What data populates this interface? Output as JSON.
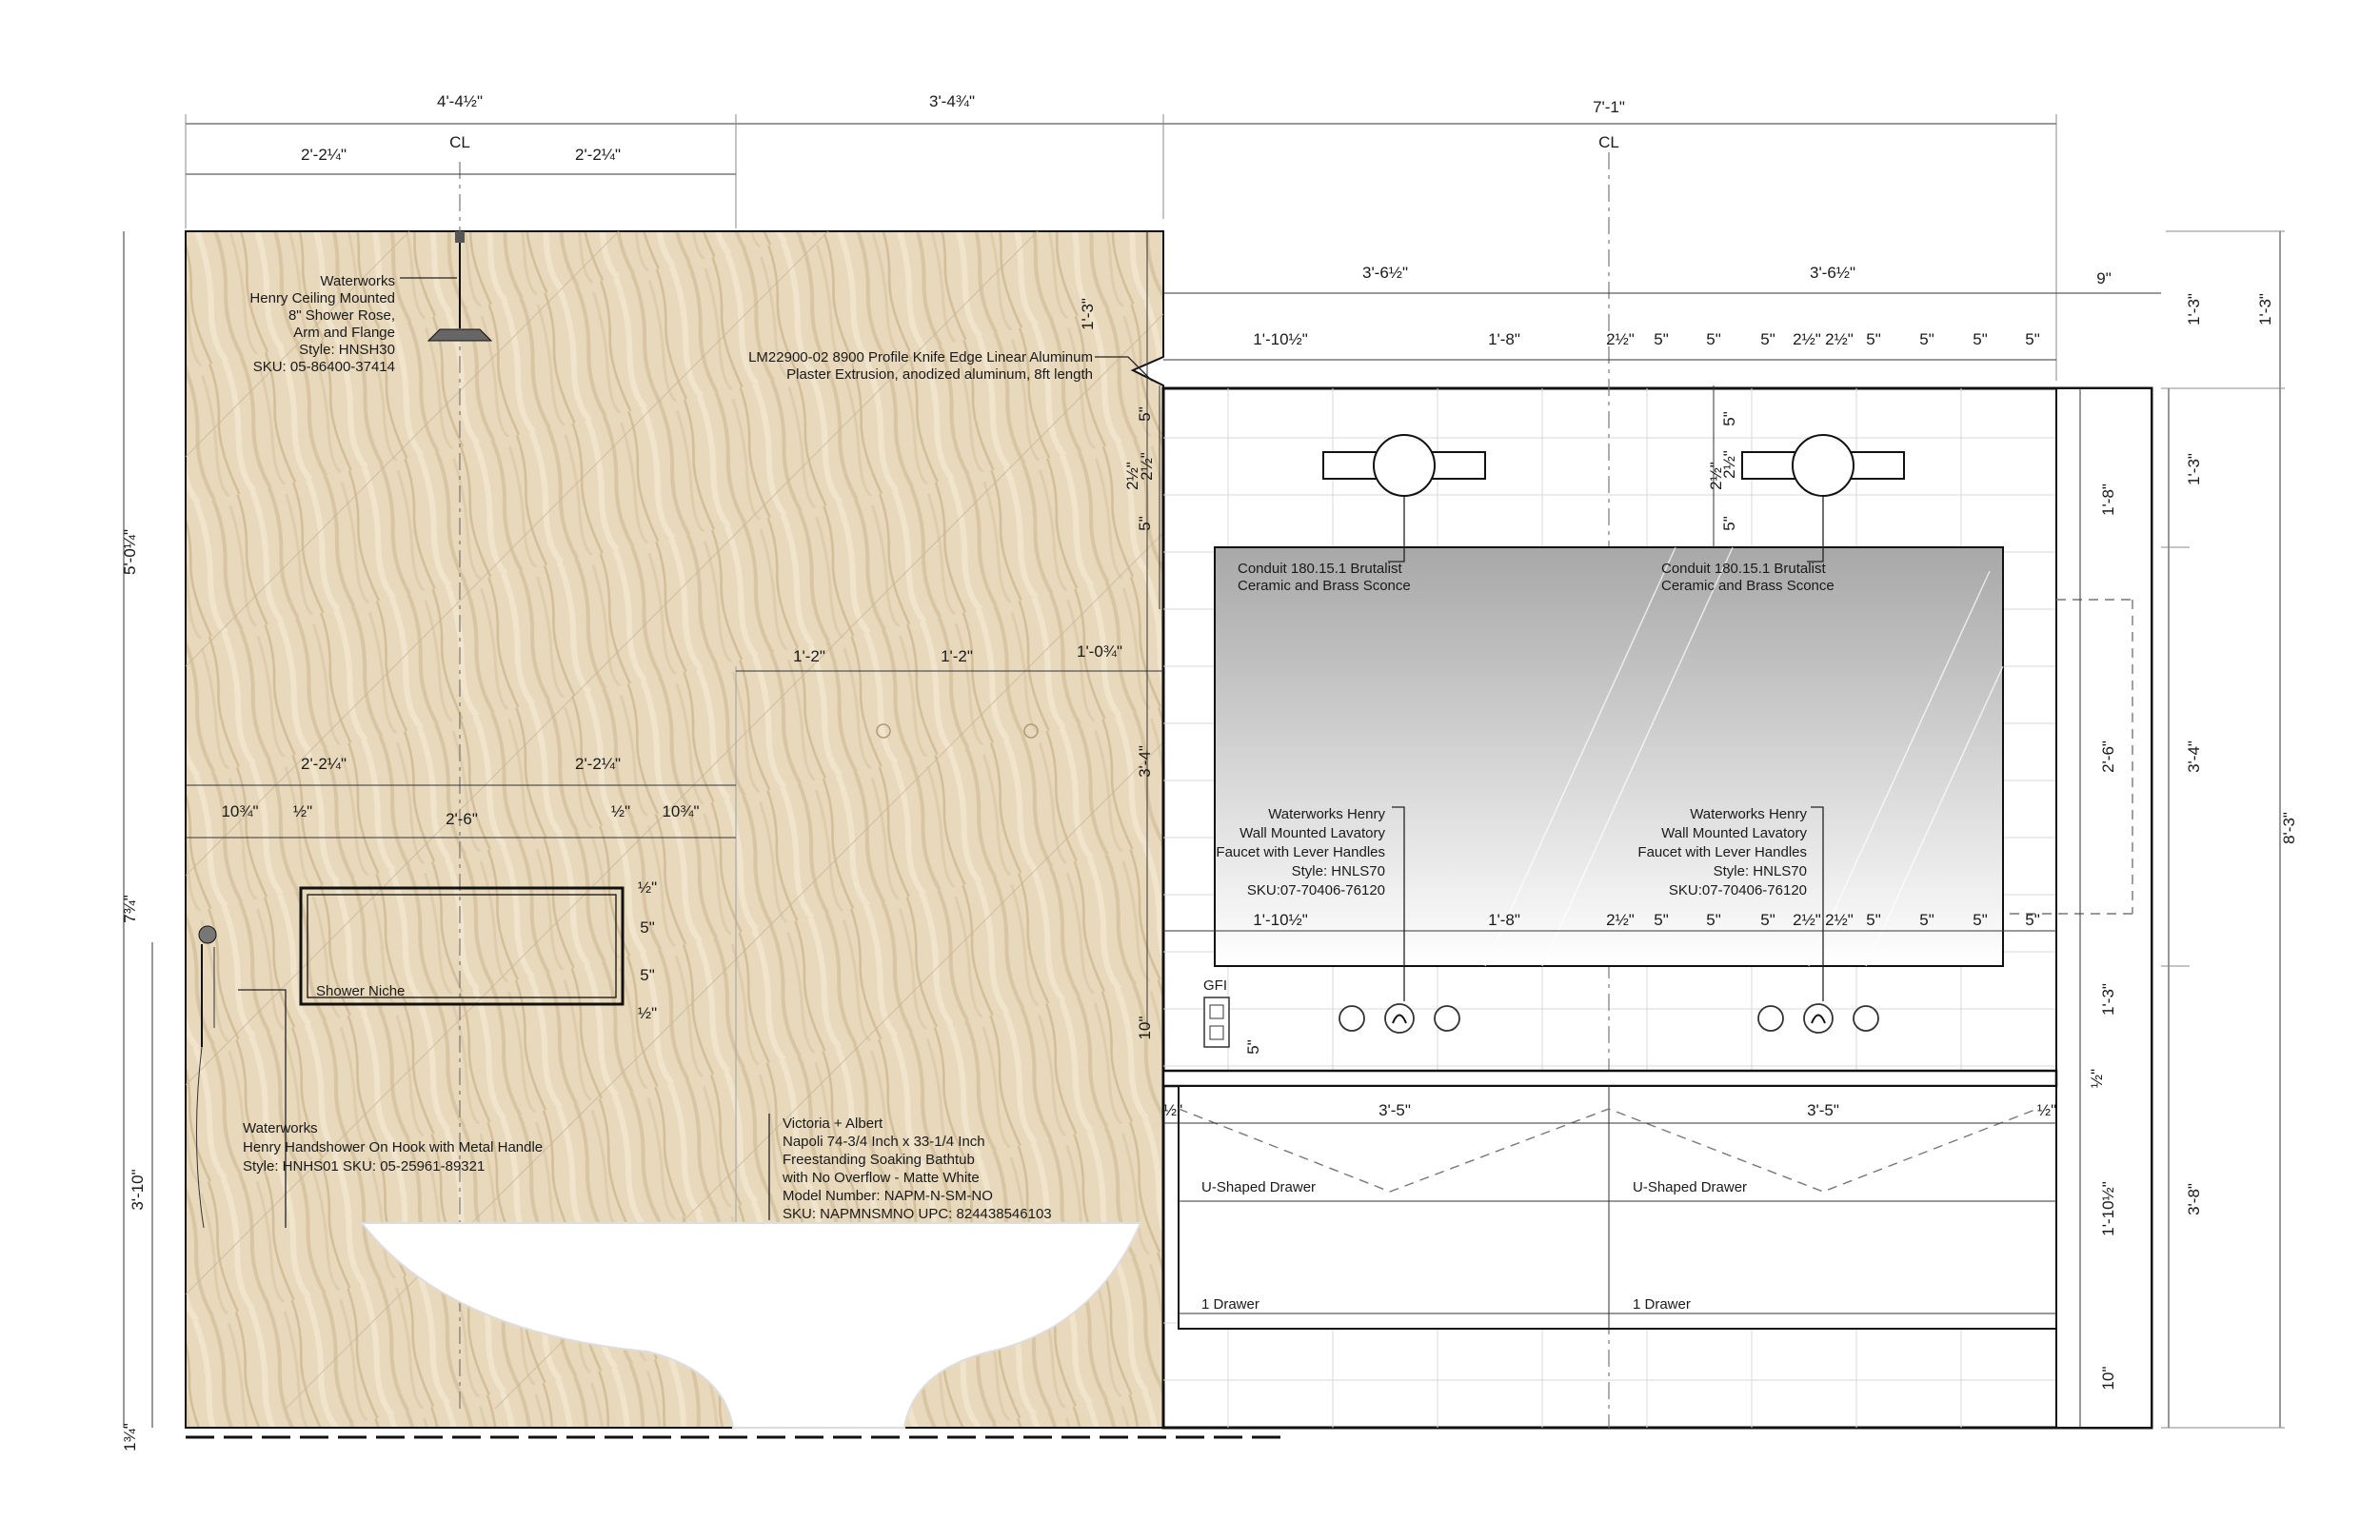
{
  "drawing": {
    "centerline_label": "CL",
    "top_dims": [
      "4'-4½\"",
      "3'-4¾\"",
      "7'-1\""
    ],
    "shower_dims": [
      "2'-2¼\"",
      "2'-2¼\""
    ],
    "vanity_dims": [
      "3'-6½\"",
      "3'-6½\"",
      "9\""
    ],
    "sconce_row_dims": [
      "1'-10½\"",
      "1'-8\"",
      "2½\"",
      "5\"",
      "5\"",
      "5\"",
      "2½\"",
      "2½\"",
      "5\"",
      "5\"",
      "5\"",
      "5\""
    ],
    "faucet_row_dims": [
      "1'-10½\"",
      "1'-8\"",
      "2½\"",
      "5\"",
      "5\"",
      "5\"",
      "2½\"",
      "2½\"",
      "5\"",
      "5\"",
      "5\"",
      "5\""
    ],
    "niche_dims": {
      "upper": [
        "2'-2¼\"",
        "2'-2¼\""
      ],
      "lower": [
        "10¾\"",
        "½\"",
        "2'-6\"",
        "½\"",
        "10¾\""
      ],
      "vertical": [
        "½\"",
        "5\"",
        "5\"",
        "½\""
      ]
    },
    "valve_dims": [
      "1'-2\"",
      "1'-2\"",
      "1'-0¾\""
    ],
    "left_vertical_dims": [
      "5'-0¼\"",
      "7¾\"",
      "3'-10\"",
      "1¾\""
    ],
    "shower_right_vertical_dims": [
      "1'-3\"",
      "5\"",
      "2½\"",
      "2½\"",
      "5\"",
      "3'-4\"",
      "10\""
    ],
    "mirror_left_vertical_dims": [
      "5\"",
      "2½\"",
      "2½\"",
      "5\""
    ],
    "gfi_dim": "5\"",
    "right_inner_dims": [
      "1'-8\"",
      "2'-6\"",
      "1'-3\"",
      "½\"",
      "1'-10½\"",
      "10\""
    ],
    "right_mid_dims": [
      "1'-3\"",
      "1'-3\"",
      "3'-4\"",
      "3'-8\""
    ],
    "right_outer_dims": [
      "1'-3\"",
      "8'-3\""
    ],
    "cabinet_dims": [
      "½\"",
      "3'-5\"",
      "3'-5\"",
      "½\""
    ],
    "notes": {
      "shower_head": [
        "Waterworks",
        "Henry Ceiling Mounted",
        "8\" Shower Rose,",
        "Arm and Flange",
        "Style: HNSH30",
        "SKU: 05-86400-37414"
      ],
      "extrusion": [
        "LM22900-02 8900 Profile Knife Edge Linear Aluminum",
        "Plaster Extrusion, anodized aluminum, 8ft length"
      ],
      "sconce_left": [
        "Conduit 180.15.1 Brutalist",
        "Ceramic and Brass Sconce"
      ],
      "sconce_right": [
        "Conduit 180.15.1 Brutalist",
        "Ceramic and Brass Sconce"
      ],
      "faucet_left": [
        "Waterworks Henry",
        "Wall Mounted Lavatory",
        "Faucet  with Lever Handles",
        "Style: HNLS70",
        "SKU:07-70406-76120"
      ],
      "faucet_right": [
        "Waterworks Henry",
        "Wall Mounted Lavatory",
        "Faucet  with Lever Handles",
        "Style: HNLS70",
        "SKU:07-70406-76120"
      ],
      "niche": "Shower Niche",
      "handshower": [
        "Waterworks",
        "Henry Handshower On Hook with Metal Handle",
        "Style: HNHS01 SKU: 05-25961-89321"
      ],
      "bathtub": [
        "Victoria + Albert",
        "Napoli 74-3/4 Inch x 33-1/4 Inch",
        "Freestanding Soaking Bathtub",
        "with No Overflow - Matte White",
        "Model Number: NAPM-N-SM-NO",
        "SKU:   NAPMNSMNO  UPC: 824438546103"
      ],
      "gfi": "GFI",
      "drawer_upper_left": "U-Shaped Drawer",
      "drawer_upper_right": "U-Shaped Drawer",
      "drawer_lower_left": "1 Drawer",
      "drawer_lower_right": "1 Drawer"
    },
    "colors": {
      "travertine": "#e6d6b8",
      "travertine_vein": "#cdb895",
      "line": "#1a1a1a",
      "tile": "#d9d9d9",
      "mirror_top": "#a9a9a9",
      "mirror_bottom": "#ffffff"
    }
  }
}
